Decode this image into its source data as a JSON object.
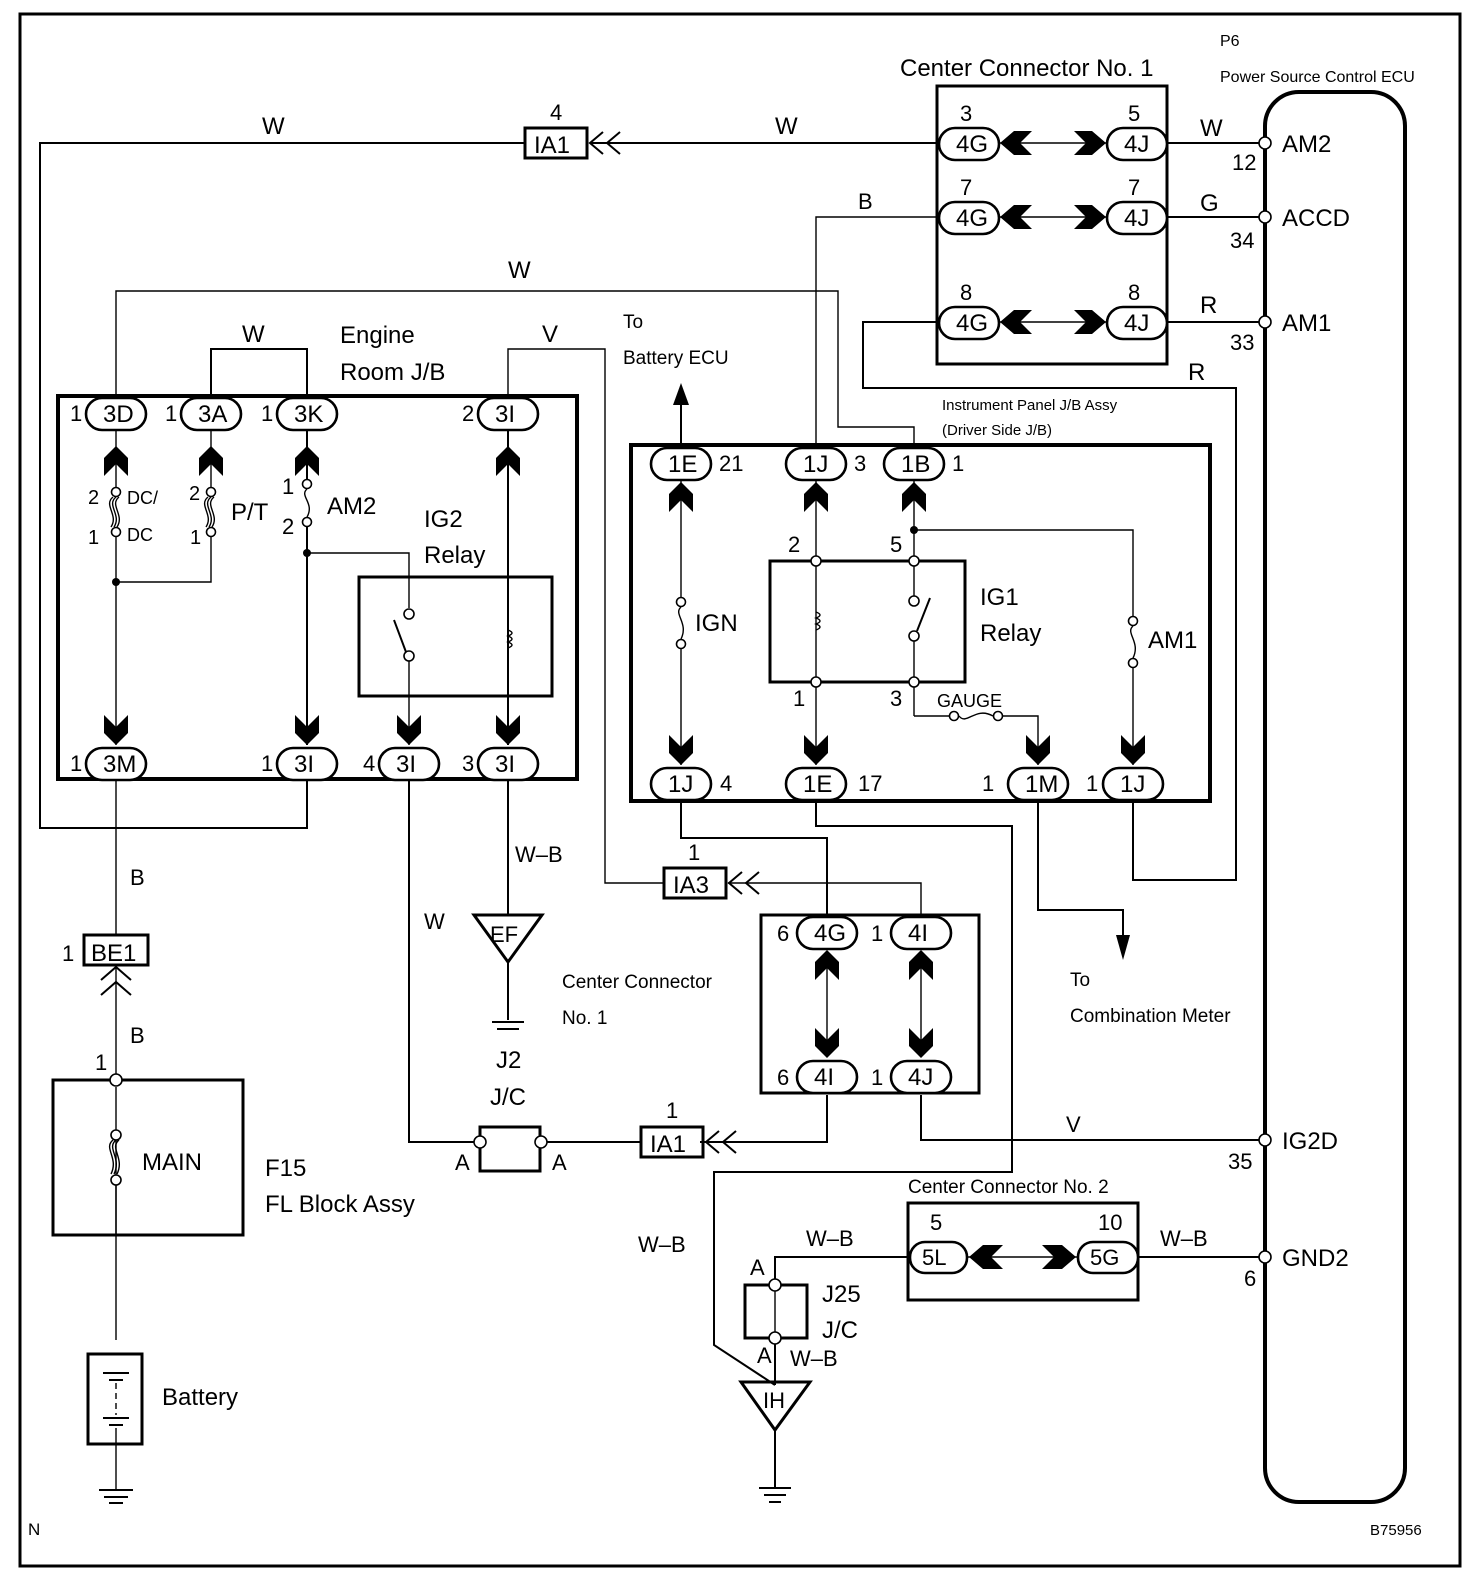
{
  "figure_id": "B75956",
  "corner_mark": "N",
  "components": {
    "center_connector_1_top": {
      "title": "Center Connector No. 1",
      "rows": [
        {
          "left_pin": "3",
          "left_conn": "4G",
          "right_pin": "5",
          "right_conn": "4J"
        },
        {
          "left_pin": "7",
          "left_conn": "4G",
          "right_pin": "7",
          "right_conn": "4J"
        },
        {
          "left_pin": "8",
          "left_conn": "4G",
          "right_pin": "8",
          "right_conn": "4J"
        }
      ]
    },
    "ecu": {
      "code": "P6",
      "title": "Power Source Control ECU",
      "terminals": [
        {
          "name": "AM2",
          "pin": "12",
          "wire": "W"
        },
        {
          "name": "ACCD",
          "pin": "34",
          "wire": "G"
        },
        {
          "name": "AM1",
          "pin": "33",
          "wire": "R"
        },
        {
          "name": "IG2D",
          "pin": "35",
          "wire": "V"
        },
        {
          "name": "GND2",
          "pin": "6",
          "wire": "W–B"
        }
      ]
    },
    "engine_room_jb": {
      "title_line1": "Engine",
      "title_line2": "Room J/B",
      "top_connectors": [
        {
          "pin": "1",
          "conn": "3D"
        },
        {
          "pin": "1",
          "conn": "3A"
        },
        {
          "pin": "1",
          "conn": "3K"
        },
        {
          "pin": "2",
          "conn": "3I"
        }
      ],
      "bottom_connectors": [
        {
          "pin": "1",
          "conn": "3M"
        },
        {
          "pin": "1",
          "conn": "3I"
        },
        {
          "pin": "4",
          "conn": "3I"
        },
        {
          "pin": "3",
          "conn": "3I"
        }
      ],
      "fuses": [
        {
          "name_line1": "DC/",
          "name_line2": "DC",
          "pin_top": "2",
          "pin_bottom": "1"
        },
        {
          "name": "P/T",
          "pin_top": "2",
          "pin_bottom": "1"
        },
        {
          "name": "AM2",
          "pin_top": "1",
          "pin_bottom": "2"
        }
      ],
      "relay": {
        "line1": "IG2",
        "line2": "Relay"
      }
    },
    "ip_jb": {
      "title_line1": "Instrument Panel J/B Assy",
      "title_line2": "(Driver Side J/B)",
      "top_connectors": [
        {
          "conn": "1E",
          "pin": "21"
        },
        {
          "conn": "1J",
          "pin": "3"
        },
        {
          "conn": "1B",
          "pin": "1"
        }
      ],
      "bottom_connectors": [
        {
          "conn": "1J",
          "pin": "4"
        },
        {
          "conn": "1E",
          "pin": "17"
        },
        {
          "conn": "1M",
          "pin": "1"
        },
        {
          "conn": "1J",
          "pin": "1"
        }
      ],
      "fuses": [
        {
          "name": "IGN"
        },
        {
          "name": "AM1"
        },
        {
          "name": "GAUGE"
        }
      ],
      "relay": {
        "line1": "IG1",
        "line2": "Relay",
        "pins": [
          "2",
          "5",
          "1",
          "3"
        ]
      }
    },
    "center_connector_1_mid": {
      "title_line1": "Center Connector",
      "title_line2": "No. 1",
      "connectors": [
        {
          "pin": "6",
          "conn": "4G"
        },
        {
          "pin": "1",
          "conn": "4I"
        },
        {
          "pin": "6",
          "conn": "4I"
        },
        {
          "pin": "1",
          "conn": "4J"
        }
      ]
    },
    "center_connector_2": {
      "title": "Center Connector No. 2",
      "left_pin": "5",
      "left_conn": "5L",
      "right_pin": "10",
      "right_conn": "5G"
    },
    "inline_connectors": [
      {
        "id": "IA1",
        "pin": "4"
      },
      {
        "id": "IA3",
        "pin": "1"
      },
      {
        "id": "IA1",
        "pin": "1"
      },
      {
        "id": "BE1",
        "pin": "1"
      }
    ],
    "grounds": [
      {
        "id": "EF"
      },
      {
        "id": "IH"
      }
    ],
    "junctions": [
      {
        "id": "J2",
        "sub": "J/C",
        "pin_left": "A",
        "pin_right": "A"
      },
      {
        "id": "J25",
        "sub": "J/C",
        "pin_top": "A",
        "pin_bottom": "A"
      }
    ],
    "fl_block": {
      "code": "F15",
      "title": "FL Block Assy",
      "fuse": "MAIN",
      "pin": "1"
    },
    "battery": {
      "label": "Battery"
    },
    "to_battery_ecu": {
      "line1": "To",
      "line2": "Battery ECU"
    },
    "to_combination_meter": {
      "line1": "To",
      "line2": "Combination Meter"
    }
  },
  "wire_labels": {
    "top_left_w": "W",
    "top_right_w": "W",
    "upper_w": "W",
    "jb_w": "W",
    "jb_v": "V",
    "b_to_1j": "B",
    "r_loop": "R",
    "b_upper": "B",
    "b_lower": "B",
    "wb_ef": "W–B",
    "w_ef": "W",
    "wb_left": "W–B",
    "wb_j25": "W–B",
    "wb_j25_bottom": "W–B"
  }
}
